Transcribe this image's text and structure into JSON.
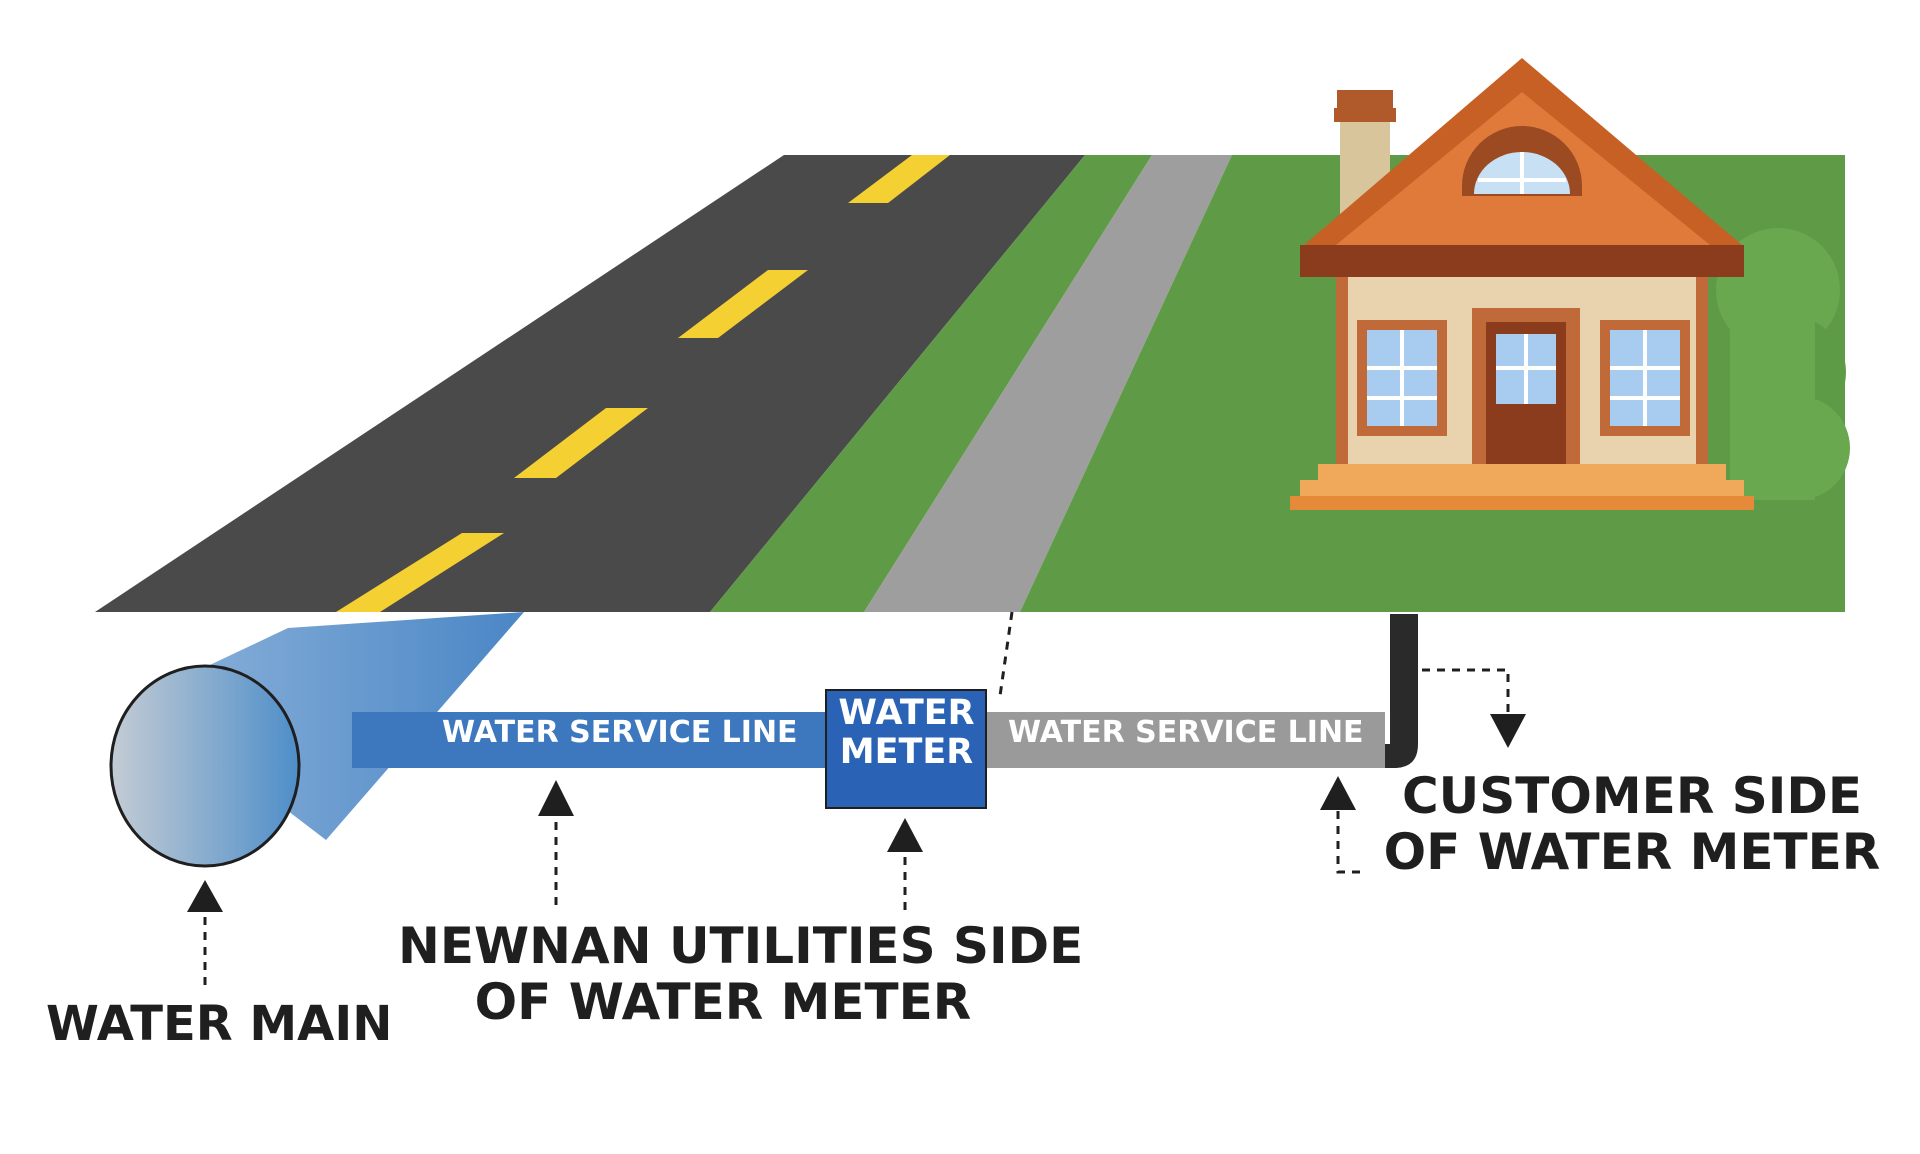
{
  "diagram": {
    "labels": {
      "water_main": "WATER MAIN",
      "utilities_side_line1": "NEWNAN UTILITIES SIDE",
      "utilities_side_line2": "OF WATER METER",
      "customer_side_line1": "CUSTOMER SIDE",
      "customer_side_line2": "OF WATER METER",
      "service_line_left": "WATER SERVICE LINE",
      "service_line_right": "WATER SERVICE LINE",
      "meter_line1": "WATER",
      "meter_line2": "METER"
    },
    "colors": {
      "road": "#4a4a4a",
      "road_stripe": "#f5d033",
      "grass": "#5f9b46",
      "sidewalk": "#9e9e9e",
      "utility_pipe": "#3d78be",
      "customer_pipe": "#9a9a9a",
      "meter_box": "#2a63b6",
      "house_wall": "#e8d3ae",
      "roof": "#c66024",
      "label_text": "#1f1f1f"
    },
    "icons": [
      "water-main-pipe",
      "water-meter-box",
      "house-icon",
      "bush-icon",
      "arrow-up-icon",
      "arrow-down-icon"
    ]
  }
}
